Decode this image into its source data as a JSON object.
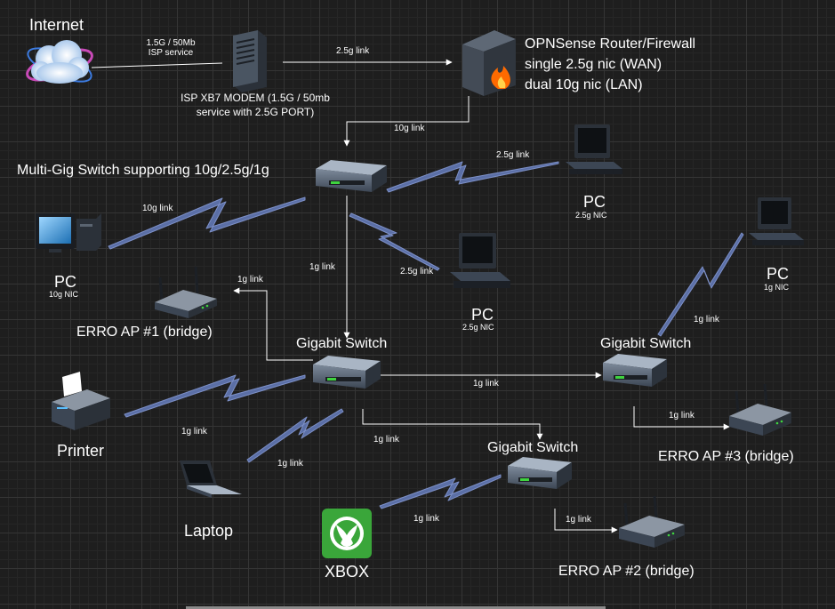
{
  "nodes": {
    "internet": "Internet",
    "isp_service": [
      "1.5G / 50Mb",
      "ISP service"
    ],
    "modem": [
      "ISP XB7 MODEM (1.5G / 50mb",
      "service with  2.5G PORT)"
    ],
    "router": [
      "OPNSense Router/Firewall",
      "single 2.5g nic (WAN)",
      "dual 10g nic (LAN)"
    ],
    "multigig_switch": "Multi-Gig Switch supporting 10g/2.5g/1g",
    "pc_10g": "PC",
    "pc_10g_nic": "10g NIC",
    "pc_25g_top": "PC",
    "pc_25g_top_nic": "2.5g NIC",
    "pc_25g_mid": "PC",
    "pc_25g_mid_nic": "2.5g NIC",
    "pc_1g": "PC",
    "pc_1g_nic": "1g NIC",
    "ap1": "ERRO AP  #1 (bridge)",
    "ap2": "ERRO AP #2 (bridge)",
    "ap3": "ERRO AP #3 (bridge)",
    "gig_switch_main": "Gigabit Switch",
    "gig_switch_right": "Gigabit Switch",
    "gig_switch_bottom": "Gigabit Switch",
    "printer": "Printer",
    "laptop": "Laptop",
    "xbox": "XBOX"
  },
  "links": {
    "modem_router": "2.5g link",
    "router_switch": "10g link",
    "switch_pc_top": "2.5g link",
    "switch_pc10g": "10g link",
    "switch_pc_mid": "2.5g link",
    "switch_gig": "1g link",
    "gig_ap1": "1g link",
    "gig_right": "1g link",
    "right_pc": "1g link",
    "right_ap3": "1g link",
    "gig_printer": "1g link",
    "gig_laptop": "1g link",
    "gig_bottom": "1g link",
    "bottom_xbox": "1g link",
    "bottom_ap2": "1g link"
  },
  "colors": {
    "background": "#1e1e1e",
    "wire": "#ffffff",
    "wireless": "#5b6fa6",
    "switch": "#3c4654",
    "port_green": "#3fd43f",
    "xbox_green": "#3aa63a",
    "flame": "#ff6a00"
  }
}
